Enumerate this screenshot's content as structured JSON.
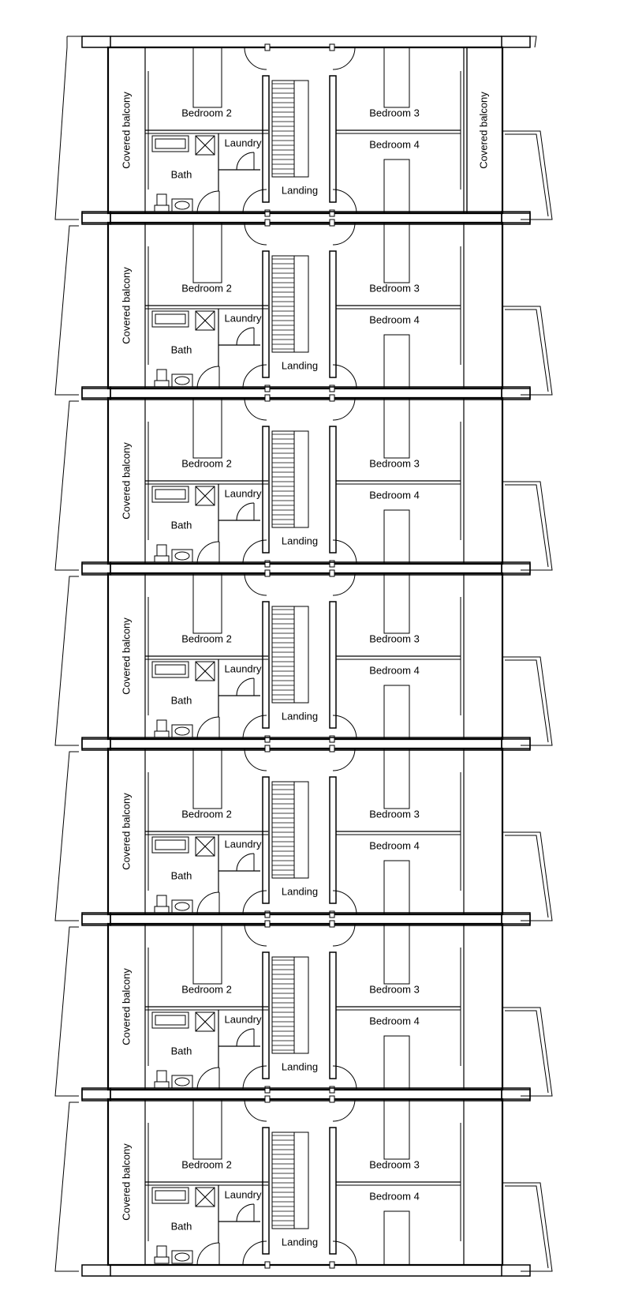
{
  "drawing": {
    "type": "floor-plan",
    "view": "stacked upper-floor plans",
    "floors": [
      {
        "rooms": {
          "balcony_left": "Covered balcony",
          "bedroom2": "Bedroom 2",
          "bath": "Bath",
          "laundry": "Laundry",
          "landing": "Landing",
          "bedroom3": "Bedroom 3",
          "bedroom4": "Bedroom 4",
          "balcony_right": "Covered balcony"
        }
      },
      {
        "rooms": {
          "balcony_left": "Covered balcony",
          "bedroom2": "Bedroom 2",
          "bath": "Bath",
          "laundry": "Laundry",
          "landing": "Landing",
          "bedroom3": "Bedroom 3",
          "bedroom4": "Bedroom 4"
        }
      },
      {
        "rooms": {
          "balcony_left": "Covered balcony",
          "bedroom2": "Bedroom 2",
          "bath": "Bath",
          "laundry": "Laundry",
          "landing": "Landing",
          "bedroom3": "Bedroom 3",
          "bedroom4": "Bedroom 4"
        }
      },
      {
        "rooms": {
          "balcony_left": "Covered balcony",
          "bedroom2": "Bedroom 2",
          "bath": "Bath",
          "laundry": "Laundry",
          "landing": "Landing",
          "bedroom3": "Bedroom 3",
          "bedroom4": "Bedroom 4"
        }
      },
      {
        "rooms": {
          "balcony_left": "Covered balcony",
          "bedroom2": "Bedroom 2",
          "bath": "Bath",
          "laundry": "Laundry",
          "landing": "Landing",
          "bedroom3": "Bedroom 3",
          "bedroom4": "Bedroom 4"
        }
      },
      {
        "rooms": {
          "balcony_left": "Covered balcony",
          "bedroom2": "Bedroom 2",
          "bath": "Bath",
          "laundry": "Laundry",
          "landing": "Landing",
          "bedroom3": "Bedroom 3",
          "bedroom4": "Bedroom 4"
        }
      },
      {
        "rooms": {
          "balcony_left": "Covered balcony",
          "bedroom2": "Bedroom 2",
          "bath": "Bath",
          "laundry": "Laundry",
          "landing": "Landing",
          "bedroom3": "Bedroom 3",
          "bedroom4": "Bedroom 4"
        }
      }
    ],
    "colors": {
      "line": "#000000",
      "background": "#ffffff"
    }
  }
}
